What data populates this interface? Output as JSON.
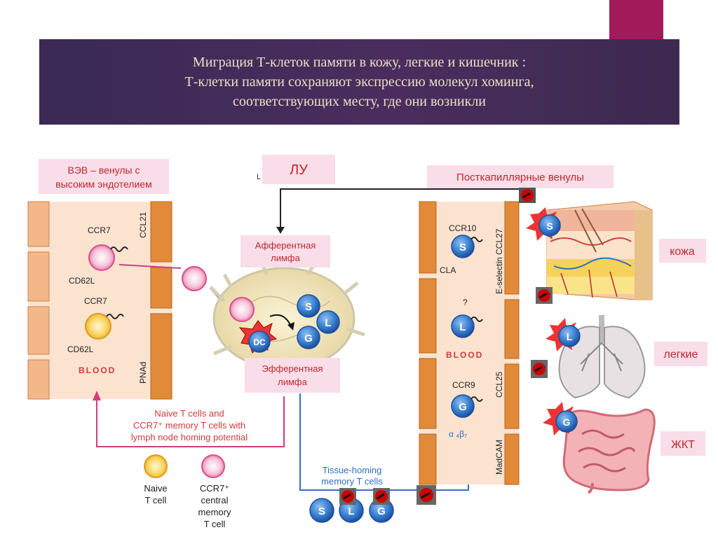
{
  "title": {
    "line1": "Миграция Т-клеток памяти в кожу, легкие и кишечник :",
    "line2": "Т-клетки памяти сохраняют экспрессию молекул хоминга,",
    "line3": "соответствующих месту, где они возникли"
  },
  "labels": {
    "hev_line1": "ВЭВ – венулы с",
    "hev_line2": "высоким эндотелием",
    "lymph_node": "ЛУ",
    "afferent_line1": "Афферентная",
    "afferent_line2": "лимфа",
    "efferent_line1": "Эфферентная",
    "efferent_line2": "лимфа",
    "postcapillary": "Посткапиллярные венулы",
    "skin": "кожа",
    "lungs": "легкие",
    "gut": "ЖКТ"
  },
  "figure": {
    "ccr7_top": "CCR7",
    "cd62l_top": "CD62L",
    "ccr7_bottom": "CCR7",
    "cd62l_bottom": "CD62L",
    "blood_left": "BLOOD",
    "ccl21": "CCL21",
    "pnad": "PNAd",
    "naive_line1": "Naive T cells and",
    "naive_line2": "CCR7⁺ memory T cells with",
    "naive_line3": "lymph node homing potential",
    "legend_naive_line1": "Naive",
    "legend_naive_line2": "T cell",
    "legend_mem_line1": "CCR7⁺",
    "legend_mem_line2": "central",
    "legend_mem_line3": "memory",
    "legend_mem_line4": "T cell",
    "dc": "DC",
    "cell_s": "S",
    "cell_l": "L",
    "cell_g": "G",
    "ccr10": "CCR10",
    "cla": "CLA",
    "question": "?",
    "blood_right": "BLOOD",
    "ccr9": "CCR9",
    "alpha4beta7": "α ₄β₇",
    "eselectin": "E-selectin CCL27",
    "ccl25": "CCL25",
    "madcam": "MadCAM",
    "tissue_line1": "Tissue-homing",
    "tissue_line2": "memory T cells",
    "l_letter": "L"
  },
  "colors": {
    "accent": "#a31a5b",
    "label_bg": "#f9dde8",
    "label_text": "#c0262d",
    "vessel": "#e08a3a",
    "tcell_blue": "#2f6fc4",
    "naive_yellow": "#f7c23a",
    "memory_pink": "#e66ca0"
  }
}
